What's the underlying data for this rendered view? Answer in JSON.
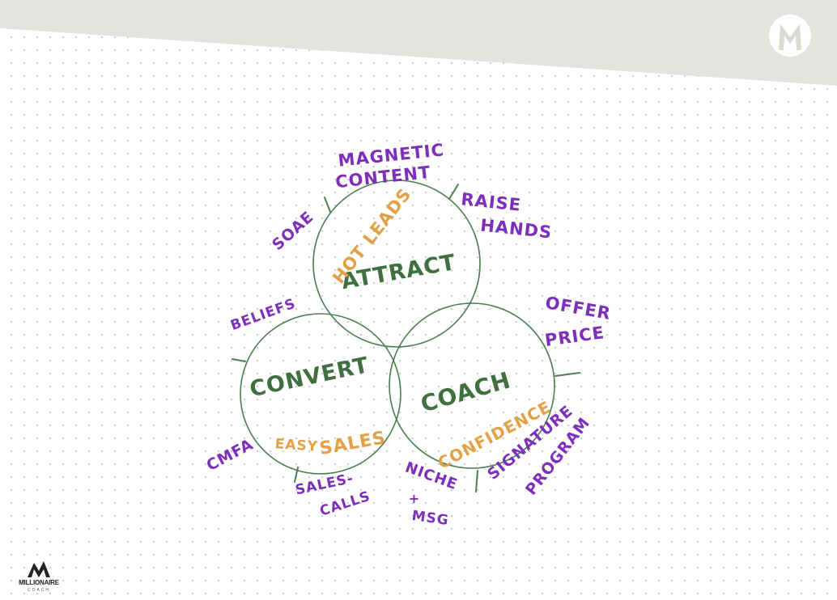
{
  "colors": {
    "banner": "#e3e3df",
    "circle": "#4f7f50",
    "green_text": "#3f7040",
    "orange_text": "#e3a045",
    "purple_text": "#7d2fbc"
  },
  "header": {
    "logo_icon": "m-monogram-icon"
  },
  "circles": {
    "attract": {
      "title": "ATTRACT",
      "subtitle": "HOT LEADS"
    },
    "convert": {
      "title": "CONVERT",
      "subtitle_left": "EASY",
      "subtitle_right": "SALES"
    },
    "coach": {
      "title": "COACH",
      "subtitle": "CONFIDENCE"
    }
  },
  "annotations": {
    "magnetic_content": [
      "MAGNETIC",
      "CONTENT"
    ],
    "raise_hands": [
      "RAISE",
      "HANDS"
    ],
    "soae": "SOAE",
    "beliefs": "BELIEFS",
    "offer_price": [
      "OFFER",
      "PRICE"
    ],
    "cmfa": "CMFA",
    "sales_calls": [
      "SALES-",
      "CALLS"
    ],
    "niche_msg": [
      "NICHE",
      "+",
      "MSG"
    ],
    "signature_program": [
      "SIGNATURE",
      "PROGRAM"
    ]
  },
  "footer": {
    "logo_icon": "mountain-logo-icon",
    "logo_name": "MILLIONAIRE",
    "logo_subtitle": "COACH"
  }
}
